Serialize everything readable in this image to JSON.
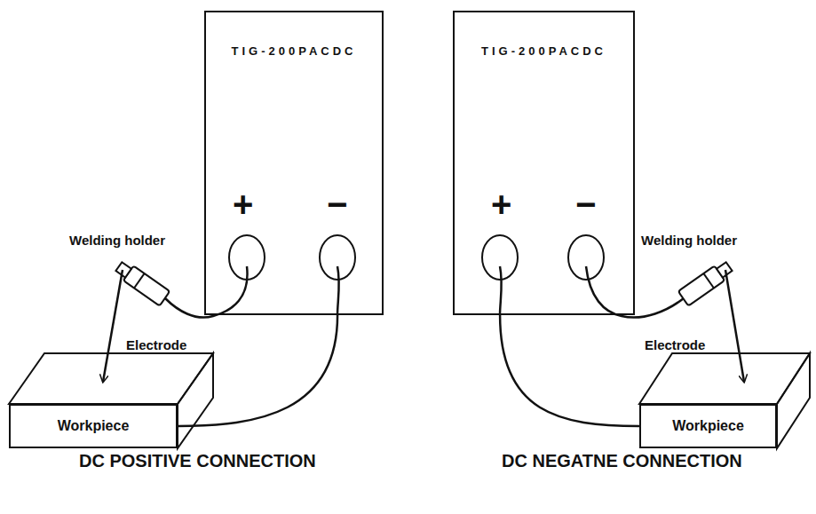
{
  "diagram": {
    "nodes": [
      {
        "text": [
          "TIG-200PACDC"
        ]
      },
      {
        "text": [
          "Workpiece"
        ]
      },
      {
        "text": [
          "TIG-200PACDC"
        ]
      },
      {
        "text": [
          "Workpiece"
        ]
      }
    ],
    "edges": [
      {
        "from": 0,
        "to": 1,
        "arrow": "none"
      },
      {
        "from": 2,
        "to": 3,
        "arrow": "none"
      }
    ],
    "labels": [
      "+",
      "−",
      "Welding holder",
      "Electrode",
      "+",
      "−",
      "Welding holder",
      "Electrode",
      "DC POSITIVE CONNECTION",
      "DC NEGATNE CONNECTION"
    ]
  }
}
